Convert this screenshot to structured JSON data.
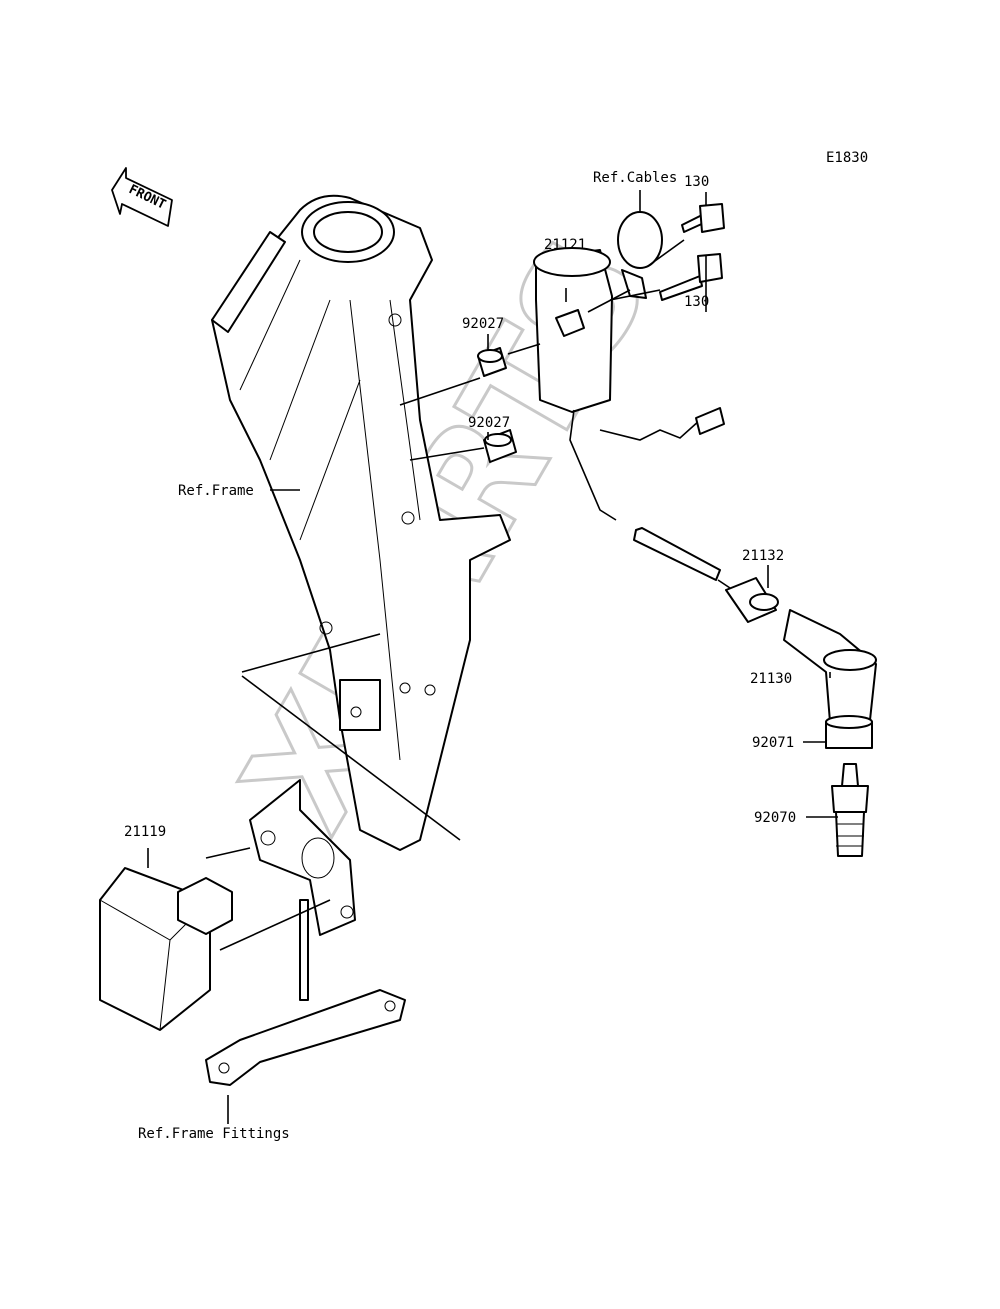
{
  "diagram_code": "E1830",
  "front_arrow_label": "FRONT",
  "watermark": "XPARTS",
  "labels": {
    "ref_cables": "Ref.Cables",
    "bolt_upper": "130",
    "bolt_lower": "130",
    "coil": "21121",
    "spacer_upper": "92027",
    "spacer_lower": "92027",
    "ref_frame": "Ref.Frame",
    "cap_seal": "21132",
    "plug_cap": "21130",
    "plug_seal": "92071",
    "spark_plug": "92070",
    "cdi_unit": "21119",
    "ref_frame_fittings": "Ref.Frame Fittings"
  }
}
